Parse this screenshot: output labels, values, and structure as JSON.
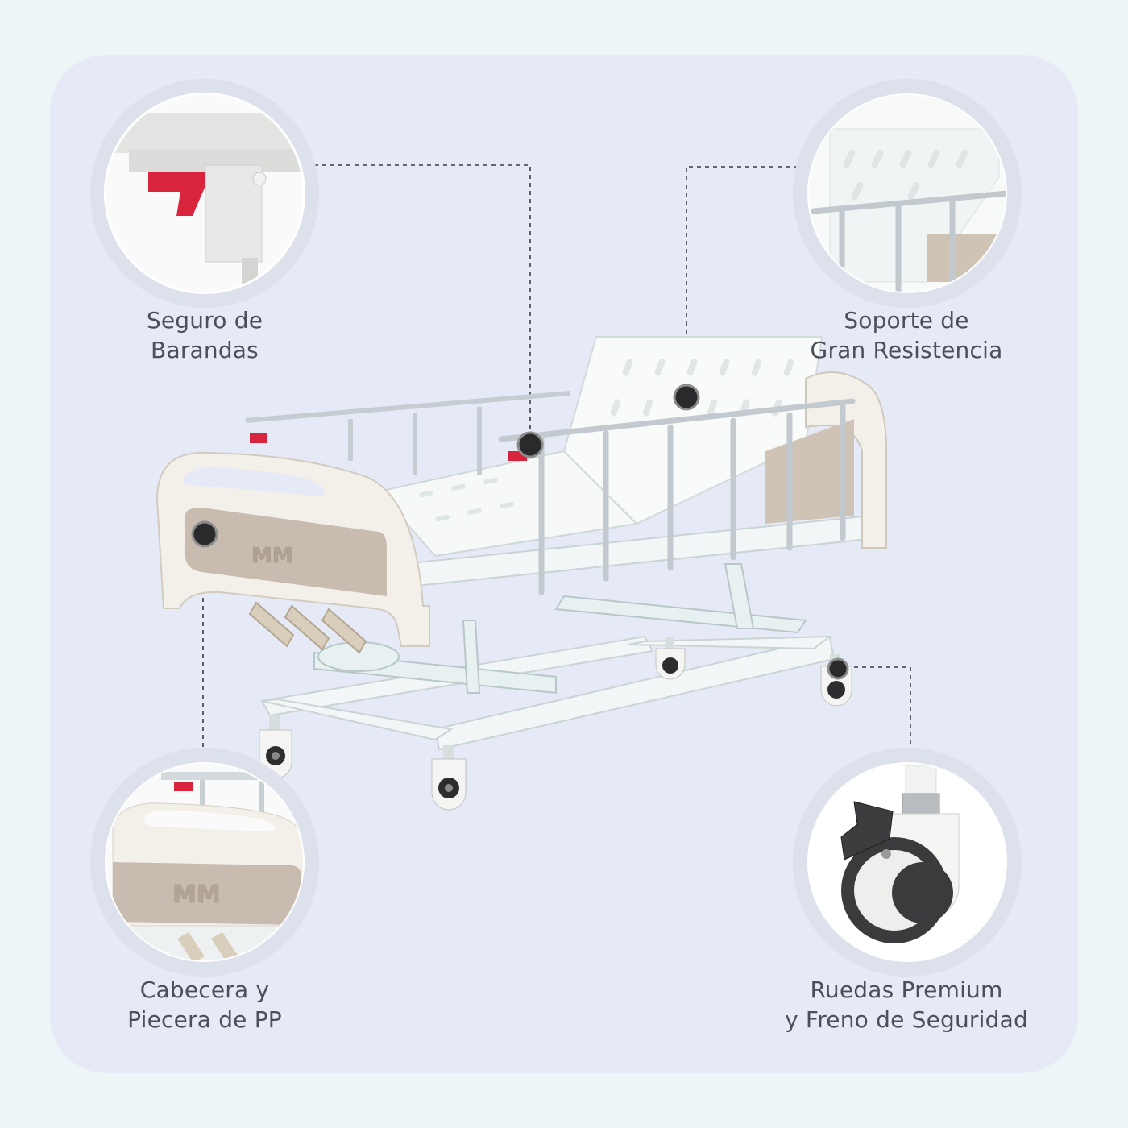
{
  "features": {
    "rail_lock": {
      "line1": "Seguro de",
      "line2": "Barandas"
    },
    "support": {
      "line1": "Soporte de",
      "line2": "Gran Resistencia"
    },
    "headboard": {
      "line1": "Cabecera y",
      "line2": "Piecera de PP"
    },
    "wheels": {
      "line1": "Ruedas Premium",
      "line2": "y Freno de Seguridad"
    }
  },
  "logo": "MM",
  "colors": {
    "background": "#eef5f6",
    "panel": "#e6e9f6",
    "caption": "#4d4f58",
    "accent_red": "#d8243c",
    "panel_beige": "#c8bcb0",
    "frame": "#f4f7f7"
  }
}
